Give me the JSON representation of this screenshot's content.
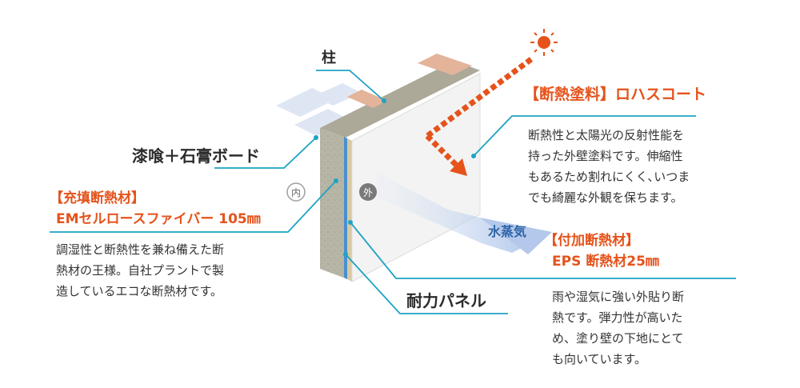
{
  "labels": {
    "pillar": "柱",
    "plaster": "漆喰＋石膏ボード",
    "inside": "内",
    "outside": "外",
    "vapor": "水蒸気",
    "panel": "耐力パネル"
  },
  "coating": {
    "title": "【断熱塗料】ロハスコート",
    "desc": [
      "断熱性と太陽光の反射性能を",
      "持った外壁塗料です。伸縮性",
      "もあるため割れにくく､いつま",
      "でも綺麗な外観を保ちます。"
    ]
  },
  "fill_insulation": {
    "title1": "【充填断熱材】",
    "title2": "EMセルロースファイバー 105㎜",
    "desc": [
      "調湿性と断熱性を兼ね備えた断",
      "熱材の王様。自社プラントで製",
      "造しているエコな断熱材です。"
    ]
  },
  "added_insulation": {
    "title1": "【付加断熱材】",
    "title2": "EPS 断熱材25㎜",
    "desc": [
      "雨や湿気に強い外貼り断",
      "熱です。弾力性が高いた",
      "め、塗り壁の下地にとて",
      "も向いています。"
    ]
  },
  "colors": {
    "accent_orange": "#e5531b",
    "leader_teal": "#1ea3c4",
    "vapor_blue": "#2c64a8"
  },
  "icons": [
    "sun-icon"
  ]
}
